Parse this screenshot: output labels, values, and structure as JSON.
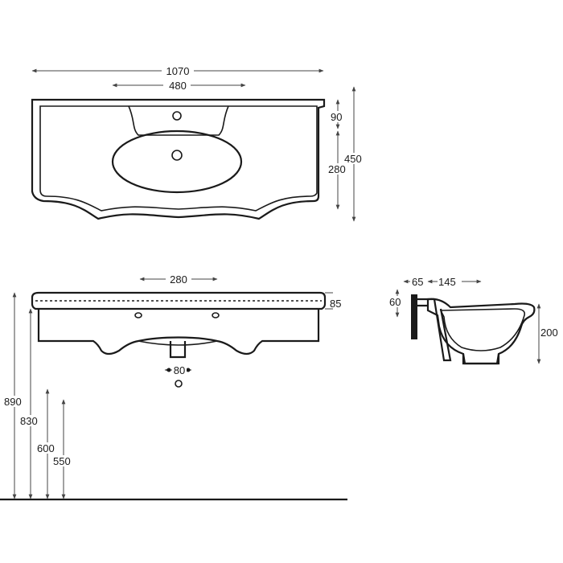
{
  "top_view": {
    "overall_width": "1070",
    "basin_width": "480",
    "back_depth": "90",
    "basin_depth": "280",
    "overall_depth": "450"
  },
  "front_view": {
    "hole_spacing": "280",
    "rim_height": "85",
    "drain_spacing": "80",
    "height_890": "890",
    "height_830": "830",
    "height_600": "600",
    "height_550": "550"
  },
  "side_view": {
    "wall_gap": "65",
    "projection": "145",
    "bracket_height": "60",
    "bowl_height": "200"
  }
}
